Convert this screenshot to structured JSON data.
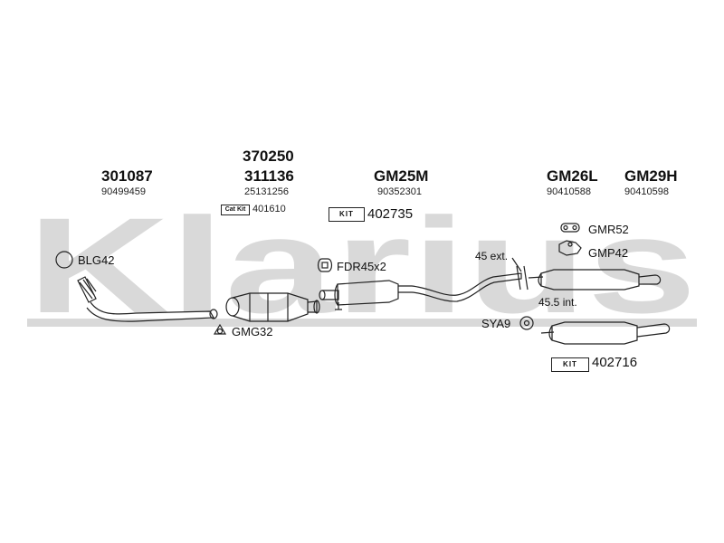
{
  "watermark": {
    "text": "Klarius",
    "color": "#d9d9d9"
  },
  "columns": [
    {
      "parts": [
        "301087"
      ],
      "ref": "90499459"
    },
    {
      "parts": [
        "370250",
        "311136"
      ],
      "ref": "25131256"
    },
    {
      "parts": [
        "GM25M"
      ],
      "ref": "90352301"
    },
    {
      "parts": [
        "GM26L"
      ],
      "ref": "90410588"
    },
    {
      "parts": [
        "GM29H"
      ],
      "ref": "90410598"
    }
  ],
  "kits": [
    {
      "badge": "KIT",
      "number": "402735"
    },
    {
      "badge": "KIT",
      "number": "402716"
    }
  ],
  "cat_kit": {
    "badge": "Cat Kit",
    "number": "401610"
  },
  "fittings": [
    "BLG42",
    "GMG32",
    "FDR45x2",
    "GMR52",
    "GMP42",
    "SYA9"
  ],
  "notes": [
    "45 ext.",
    "45.5 int."
  ],
  "colors": {
    "line": "#222222",
    "watermark": "#d9d9d9"
  }
}
